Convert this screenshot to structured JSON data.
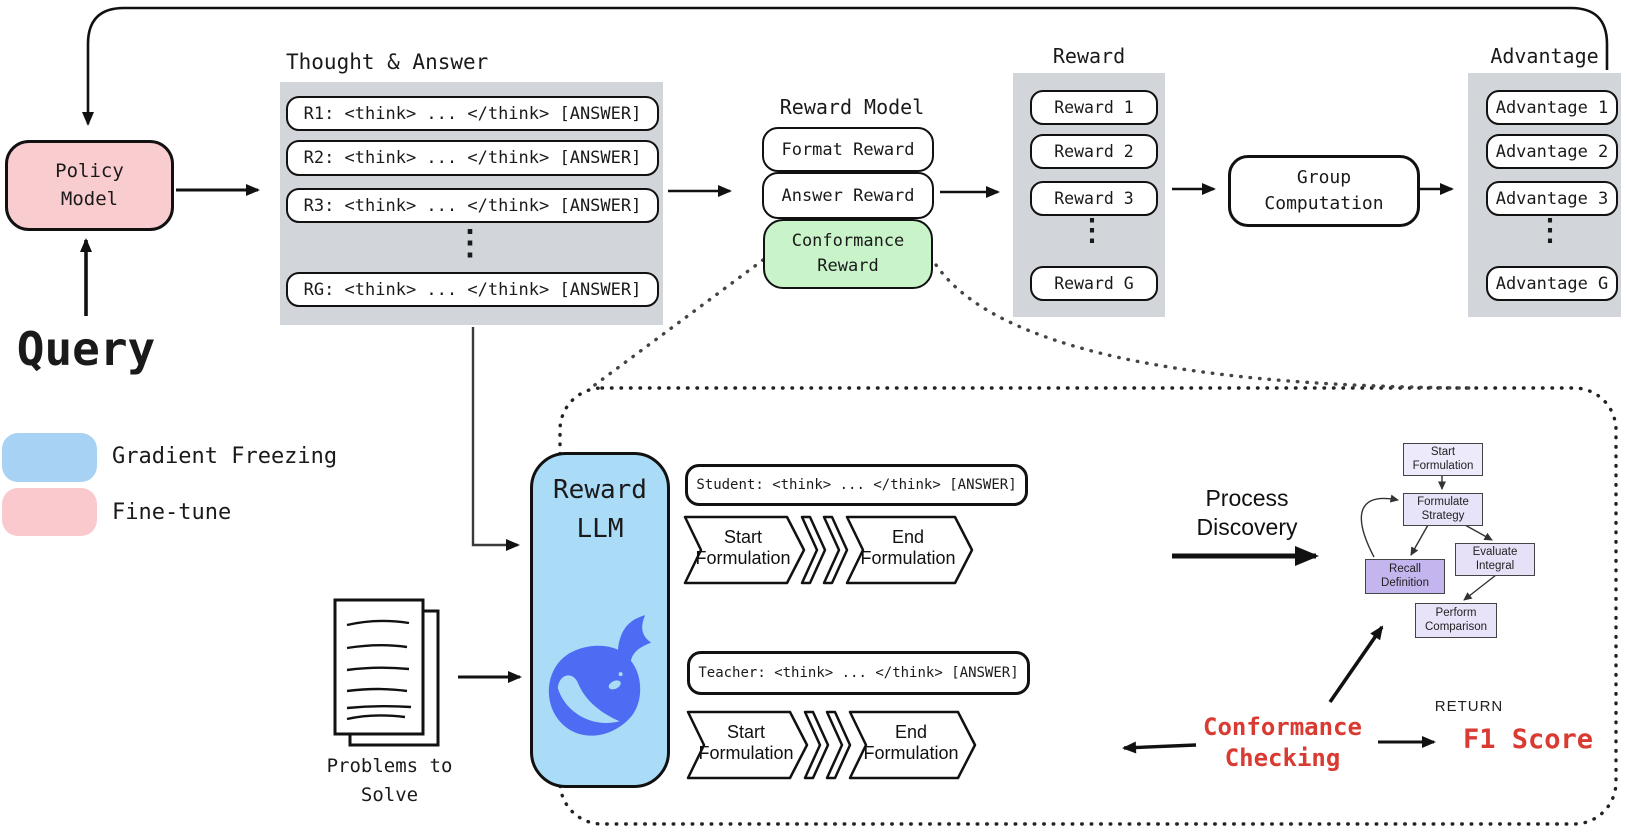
{
  "colors": {
    "panel_gray": "#d2d6da",
    "policy_pink": "#f9cdd0",
    "legend_blue": "#a8d2f4",
    "legend_pink": "#f9c9cd",
    "reward_llm_blue": "#aadcf7",
    "conformance_green": "#c9f3c9",
    "whale_blue": "#4d6bf3",
    "accent_red": "#d93a32",
    "flow_box_light": "#ebe7fa",
    "flow_box_highlight": "#c4b5ee"
  },
  "top": {
    "query_label": "Query",
    "policy_model_label": "Policy Model",
    "thought_answer": {
      "title": "Thought & Answer",
      "rows": [
        "R1: <think> ... </think> [ANSWER]",
        "R2: <think> ... </think> [ANSWER]",
        "R3: <think> ... </think> [ANSWER]",
        "RG: <think> ... </think> [ANSWER]"
      ],
      "ellipsis": "⋮"
    },
    "reward_model": {
      "title": "Reward Model",
      "format_label": "Format Reward",
      "answer_label": "Answer Reward",
      "conformance_label": "Conformance Reward"
    },
    "reward_column": {
      "title": "Reward",
      "rows": [
        "Reward 1",
        "Reward 2",
        "Reward 3",
        "Reward G"
      ],
      "ellipsis": "⋮"
    },
    "group_computation_label": "Group Computation",
    "advantage_column": {
      "title": "Advantage",
      "rows": [
        "Advantage 1",
        "Advantage 2",
        "Advantage 3",
        "Advantage G"
      ],
      "ellipsis": "⋮"
    }
  },
  "legend": {
    "gradient_freezing_label": "Gradient Freezing",
    "fine_tune_label": "Fine-tune"
  },
  "detail": {
    "reward_llm_label": "Reward LLM",
    "student_row_label": "Student: <think> ... </think> [ANSWER]",
    "teacher_row_label": "Teacher: <think> ... </think> [ANSWER]",
    "start_chevron_label": "Start Formulation",
    "end_chevron_label": "End Formulation",
    "problems_label": "Problems to Solve",
    "process_discovery_label": "Process Discovery",
    "flowchart_nodes": [
      "Start Formulation",
      "Formulate Strategy",
      "Recall Definition",
      "Evaluate Integral",
      "Perform Comparison"
    ],
    "conformance_checking_label": "Conformance Checking",
    "return_label": "RETURN",
    "f1_score_label": "F1 Score"
  }
}
